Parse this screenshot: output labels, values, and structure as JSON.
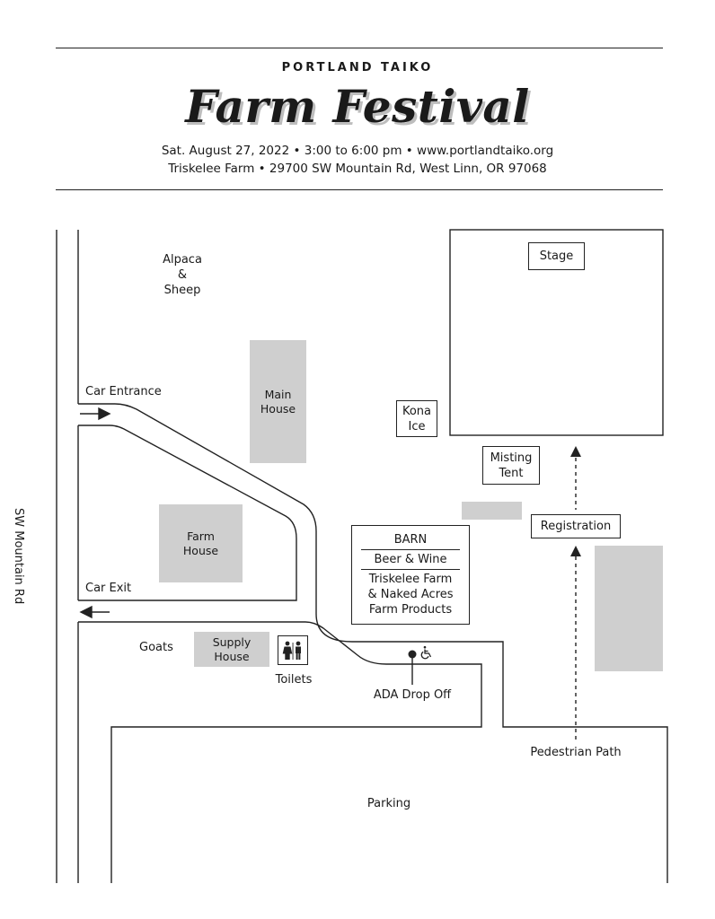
{
  "header": {
    "org": "PORTLAND TAIKO",
    "title": "Farm Festival",
    "line1": "Sat. August 27, 2022  •  3:00 to 6:00 pm  •  www.portlandtaiko.org",
    "line2": "Triskelee Farm •  29700 SW Mountain Rd, West Linn, OR 97068"
  },
  "map": {
    "road": "SW Mountain Rd",
    "alpaca": [
      "Alpaca",
      "&",
      "Sheep"
    ],
    "car_entrance": "Car Entrance",
    "car_exit": "Car Exit",
    "main_house": [
      "Main",
      "House"
    ],
    "farm_house": [
      "Farm",
      "House"
    ],
    "supply_house": [
      "Supply",
      "House"
    ],
    "goats": "Goats",
    "toilets": "Toilets",
    "stage": "Stage",
    "kona_ice": [
      "Kona",
      "Ice"
    ],
    "misting_tent": [
      "Misting",
      "Tent"
    ],
    "registration": "Registration",
    "barn": {
      "title": "BARN",
      "beer": "Beer & Wine",
      "products": [
        "Triskelee Farm",
        "& Naked Acres",
        "Farm Products"
      ]
    },
    "ada": "ADA Drop Off",
    "pedestrian": "Pedestrian Path",
    "parking": "Parking"
  },
  "colors": {
    "line": "#222222",
    "building_fill": "#cfcfcf"
  }
}
